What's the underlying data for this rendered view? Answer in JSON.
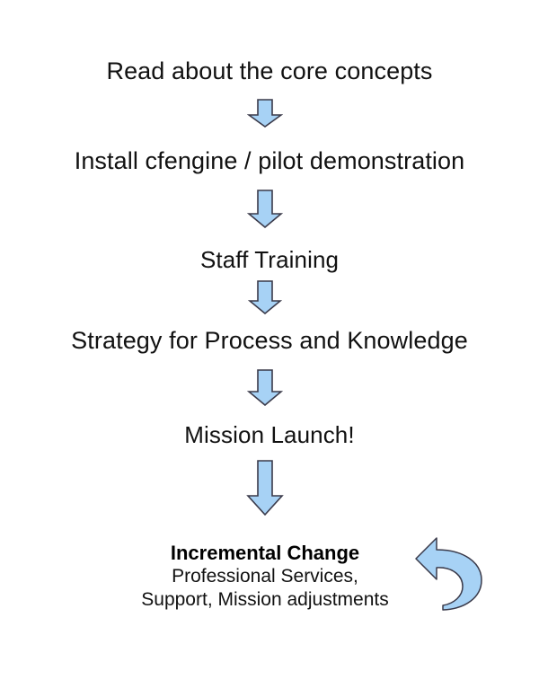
{
  "diagram": {
    "title": "CFEngine adoption roadmap flowchart",
    "type": "vertical-flowchart",
    "background_color": "#ffffff",
    "arrow_fill_color": "#a7d2f5",
    "arrow_stroke_color": "#3a3a4a",
    "text_color": "#111111",
    "steps": [
      {
        "id": "step-1",
        "label": "Read about the core concepts"
      },
      {
        "id": "step-2",
        "label": "Install cfengine / pilot demonstration"
      },
      {
        "id": "step-3",
        "label": "Staff Training"
      },
      {
        "id": "step-4",
        "label": "Strategy for Process and Knowledge"
      },
      {
        "id": "step-5",
        "label": "Mission Launch!"
      }
    ],
    "connectors": [
      {
        "id": "connector-1",
        "icon": "down-arrow-icon",
        "from": "step-1",
        "to": "step-2"
      },
      {
        "id": "connector-2",
        "icon": "down-arrow-icon",
        "from": "step-2",
        "to": "step-3"
      },
      {
        "id": "connector-3",
        "icon": "down-arrow-icon",
        "from": "step-3",
        "to": "step-4"
      },
      {
        "id": "connector-4",
        "icon": "down-arrow-icon",
        "from": "step-4",
        "to": "step-5"
      },
      {
        "id": "connector-5",
        "icon": "down-arrow-icon",
        "from": "step-5",
        "to": "final"
      }
    ],
    "final": {
      "heading": "Incremental Change",
      "lines": [
        "Professional Services,",
        "Support, Mission adjustments"
      ],
      "loop_icon": "circular-arrow-icon"
    }
  }
}
